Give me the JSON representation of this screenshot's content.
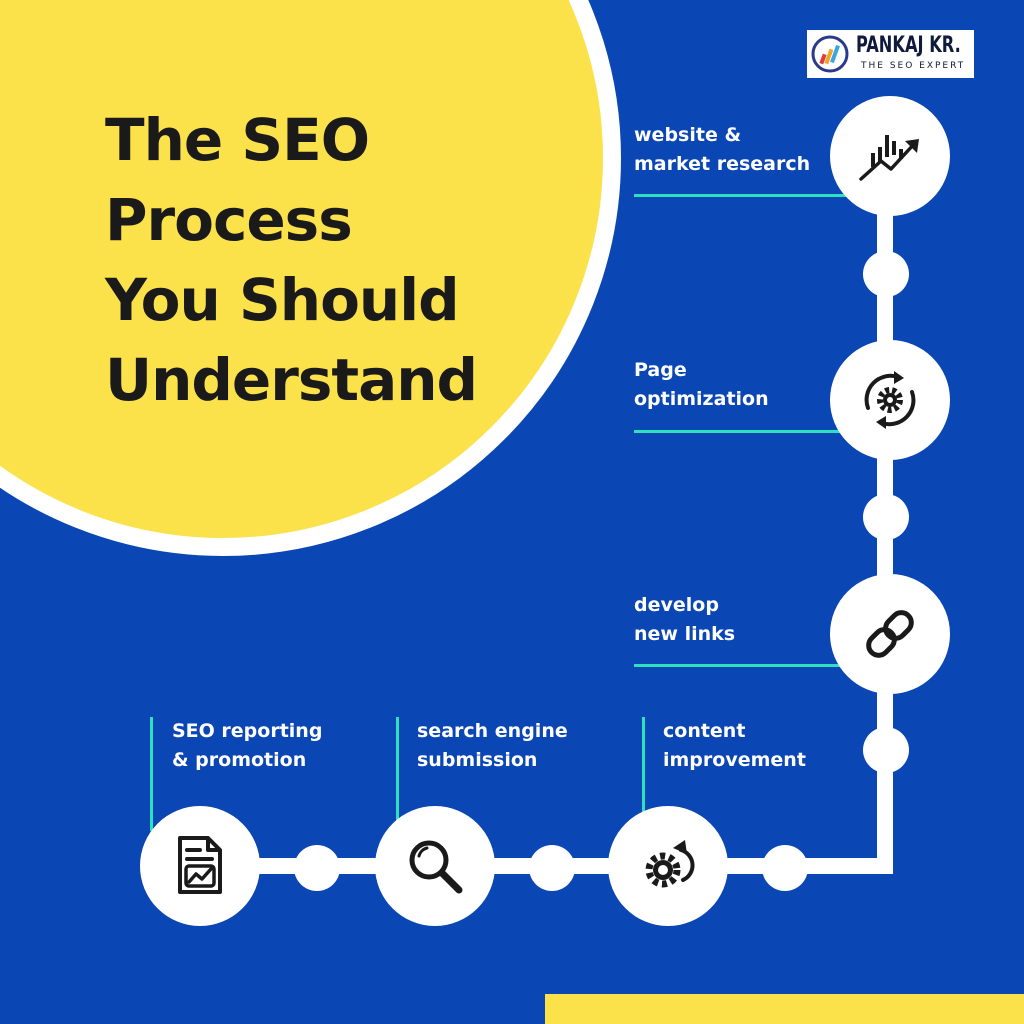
{
  "title": {
    "line1": "The SEO",
    "line2": "Process",
    "line3": "You Should",
    "line4": "Understand"
  },
  "logo": {
    "name": "PANKAJ KR.",
    "tagline": "THE SEO EXPERT"
  },
  "steps": [
    {
      "line1": "website &",
      "line2": "market research",
      "icon": "growth-chart-icon"
    },
    {
      "line1": "Page",
      "line2": "optimization",
      "icon": "gear-refresh-icon"
    },
    {
      "line1": "develop",
      "line2": "new links",
      "icon": "link-icon"
    },
    {
      "line1": "content",
      "line2": "improvement",
      "icon": "gear-arrow-icon"
    },
    {
      "line1": "search engine",
      "line2": "submission",
      "icon": "magnifier-icon"
    },
    {
      "line1": "SEO reporting",
      "line2": "& promotion",
      "icon": "report-icon"
    }
  ],
  "colors": {
    "background": "#0b46b5",
    "circle": "#fbe14a",
    "accent_line": "#2fe0c0",
    "text_dark": "#1a1a1a",
    "text_light": "#ffffff"
  }
}
